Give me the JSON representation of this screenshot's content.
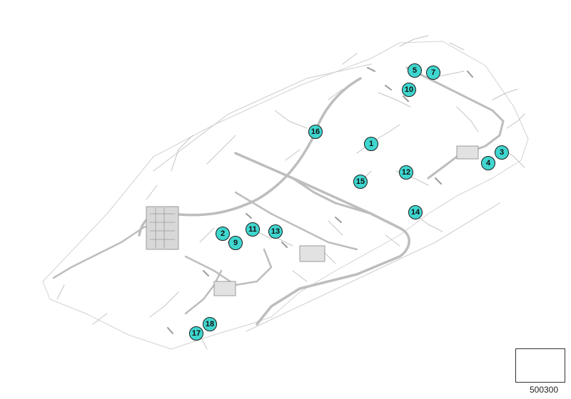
{
  "diagram": {
    "wire_color": "#c4c4c4",
    "wire_dark_color": "#9a9a9a",
    "callout_fill": "#3fd6cf",
    "callout_stroke": "#1a1a1a",
    "callouts": [
      {
        "id": "c1",
        "label": "1"
      },
      {
        "id": "c2",
        "label": "2"
      },
      {
        "id": "c3",
        "label": "3"
      },
      {
        "id": "c4",
        "label": "4"
      },
      {
        "id": "c5",
        "label": "5"
      },
      {
        "id": "c7",
        "label": "7"
      },
      {
        "id": "c9",
        "label": "9"
      },
      {
        "id": "c10",
        "label": "10"
      },
      {
        "id": "c11",
        "label": "11"
      },
      {
        "id": "c12",
        "label": "12"
      },
      {
        "id": "c13",
        "label": "13"
      },
      {
        "id": "c14",
        "label": "14"
      },
      {
        "id": "c15",
        "label": "15"
      },
      {
        "id": "c16",
        "label": "16"
      },
      {
        "id": "c17",
        "label": "17"
      },
      {
        "id": "c18",
        "label": "18"
      }
    ]
  },
  "footer": {
    "doc_number": "500300",
    "symbol": "navigation-arrow-icon"
  }
}
